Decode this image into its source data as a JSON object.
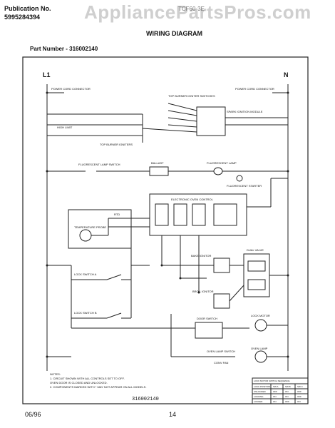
{
  "header": {
    "publication_label": "Publication No.",
    "publication_number": "5995284394",
    "model": "TCF60-3E",
    "watermark": "AppliancePartsPros.com"
  },
  "title": "WIRING DIAGRAM",
  "part_number": "Part Number - 316002140",
  "diagram": {
    "terminal_l1": "L1",
    "terminal_n": "N",
    "drawing_number": "316002140",
    "labels": {
      "power_cord_left": "POWER CORD CONNECTOR",
      "power_cord_right": "POWER CORD CONNECTOR",
      "top_burner_switches": "TOP BURNER IGNITER SWITCHES",
      "high_limit": "HIGH LIMIT",
      "top_burner_igniters": "TOP BURNER IGNITERS",
      "spark_module": "SPARK IGNITION MODULE",
      "fluorescent_switch": "FLUORESCENT LAMP SWITCH",
      "ballast": "BALLAST",
      "fluorescent_lamp": "FLUORESCENT LAMP",
      "fluorescent_starter": "FLUORESCENT STARTER",
      "electronic_control": "ELECTRONIC OVEN CONTROL",
      "temperature_probe": "TEMPERATURE PROBE",
      "probe_rtd": "RTD",
      "lock_switch_a": "LOCK SWITCH A",
      "lock_switch_b": "LOCK SWITCH B",
      "bake_ignitor": "BAKE IGNITOR",
      "broil_ignitor": "BROIL IGNITOR",
      "dual_valve": "DUAL VALVE",
      "door_switch": "DOOR SWITCH",
      "lock_motor": "LOCK MOTOR",
      "oven_lamp": "OVEN LAMP",
      "oven_lamp_switch": "OVEN LAMP SWITCH",
      "convection_fan": "CONV FAN"
    },
    "notes": [
      "NOTES:",
      "1. CIRCUIT SHOWN WITH ALL CONTROLS SET TO OFF.",
      "   OVEN DOOR IS CLOSED AND UNLOCKED.",
      "2. COMPONENTS MARKED WITH * MAY NOT APPEAR ON ALL MODELS."
    ],
    "table": {
      "title": "LOCK MOTOR SWITCH SEQUENCE",
      "headers": [
        "LOCK POSITION",
        "SW A",
        "SW B",
        "SW C"
      ],
      "rows": [
        [
          "UNLOCKED",
          "OFF",
          "ON",
          "OFF"
        ],
        [
          "LOCKING",
          "ON",
          "ON",
          "OFF"
        ],
        [
          "LOCKED",
          "ON",
          "OFF",
          "ON"
        ],
        [
          "UNLOCKING",
          "OFF",
          "OFF",
          "ON"
        ]
      ]
    }
  },
  "footer": {
    "date": "06/96",
    "page": "14"
  }
}
